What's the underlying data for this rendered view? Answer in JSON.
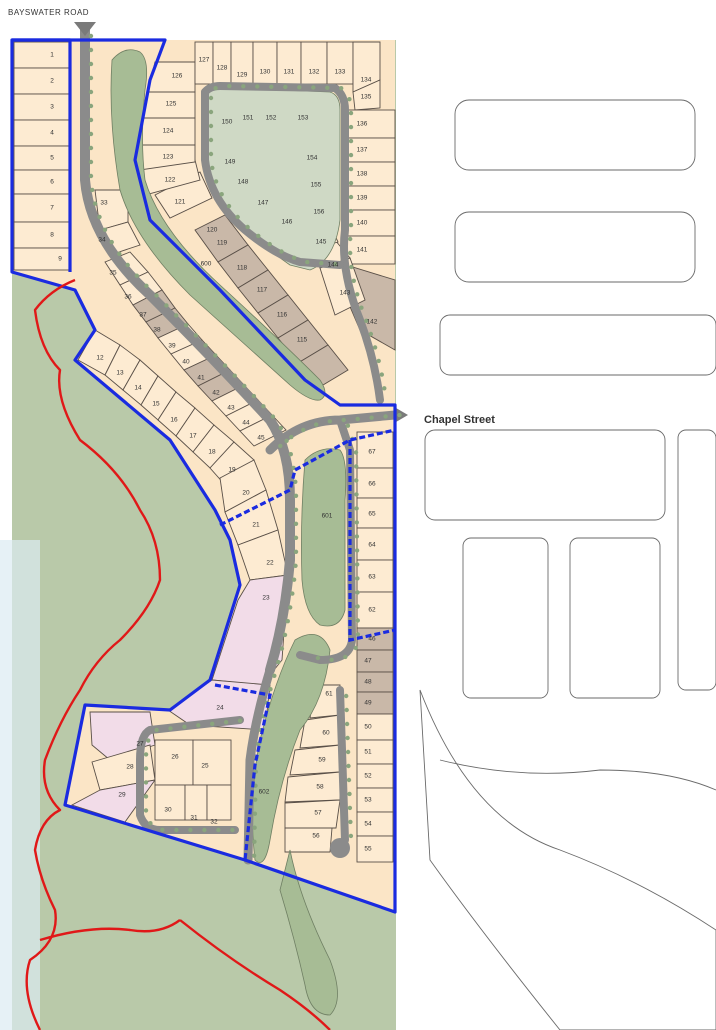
{
  "labels": {
    "bayswater_road": "BAYSWATER   ROAD",
    "chapel_street": "Chapel Street"
  },
  "lots": {
    "l1": "1",
    "l2": "2",
    "l3": "3",
    "l4": "4",
    "l5": "5",
    "l6": "6",
    "l7": "7",
    "l8": "8",
    "l9": "9",
    "l12": "12",
    "l13": "13",
    "l14": "14",
    "l15": "15",
    "l16": "16",
    "l17": "17",
    "l18": "18",
    "l19": "19",
    "l20": "20",
    "l21": "21",
    "l22": "22",
    "l23": "23",
    "l24": "24",
    "l26": "26",
    "l25": "25",
    "l27": "27",
    "l28": "28",
    "l29": "29",
    "l30": "30",
    "l31": "31",
    "l32": "32",
    "l33": "33",
    "l34": "34",
    "l35": "35",
    "l36": "36",
    "l37": "37",
    "l38": "38",
    "l39": "39",
    "l40": "40",
    "l41": "41",
    "l42": "42",
    "l43": "43",
    "l44": "44",
    "l45": "45",
    "l46": "46",
    "l47": "47",
    "l48": "48",
    "l49": "49",
    "l50": "50",
    "l51": "51",
    "l52": "52",
    "l53": "53",
    "l54": "54",
    "l55": "55",
    "l56": "56",
    "l57": "57",
    "l58": "58",
    "l59": "59",
    "l60": "60",
    "l61": "61",
    "l62": "62",
    "l63": "63",
    "l64": "64",
    "l65": "65",
    "l66": "66",
    "l67": "67",
    "l115": "115",
    "l116": "116",
    "l117": "117",
    "l118": "118",
    "l119": "119",
    "l120": "120",
    "l121": "121",
    "l122": "122",
    "l123": "123",
    "l124": "124",
    "l125": "125",
    "l126": "126",
    "l127": "127",
    "l128": "128",
    "l129": "129",
    "l130": "130",
    "l131": "131",
    "l132": "132",
    "l133": "133",
    "l134": "134",
    "l135": "135",
    "l136": "136",
    "l137": "137",
    "l138": "138",
    "l139": "139",
    "l140": "140",
    "l141": "141",
    "l142": "142",
    "l143": "143",
    "l144": "144",
    "l145": "145",
    "l146": "146",
    "l147": "147",
    "l148": "148",
    "l149": "149",
    "l150": "150",
    "l151": "151",
    "l152": "152",
    "l153": "153",
    "l154": "154",
    "l155": "155",
    "l156": "156",
    "l600": "600",
    "l601": "601",
    "l602": "602"
  },
  "colors": {
    "boundary": "#1a2be0",
    "creek": "#e01818",
    "lot_fill": "#fdebd2",
    "lot_highlight": "#c9b8a8",
    "lot_pink": "#f2dce8",
    "open_space": "#b9c9a9"
  }
}
